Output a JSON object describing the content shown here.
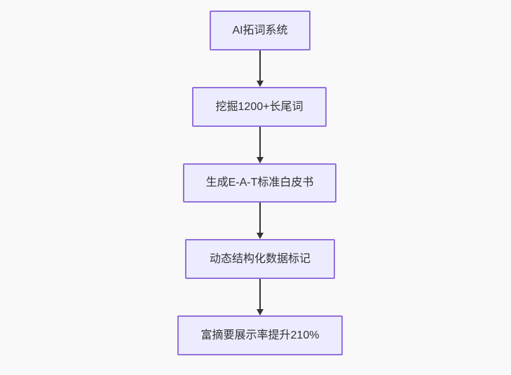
{
  "diagram": {
    "type": "flowchart",
    "direction": "top-down",
    "theme": {
      "canvas_bg": "#f9f9f9",
      "node_fill": "#ececff",
      "node_border": "#9370db",
      "node_text": "#333333",
      "edge_color": "#333333"
    },
    "nodes": [
      {
        "label": "AI拓词系统"
      },
      {
        "label": "挖掘1200+长尾词"
      },
      {
        "label": "生成E-A-T标准白皮书"
      },
      {
        "label": "动态结构化数据标记"
      },
      {
        "label": "富摘要展示率提升210%"
      }
    ],
    "edges": [
      {
        "from": 0,
        "to": 1,
        "arrow": "down"
      },
      {
        "from": 1,
        "to": 2,
        "arrow": "down"
      },
      {
        "from": 2,
        "to": 3,
        "arrow": "down"
      },
      {
        "from": 3,
        "to": 4,
        "arrow": "down"
      }
    ]
  }
}
